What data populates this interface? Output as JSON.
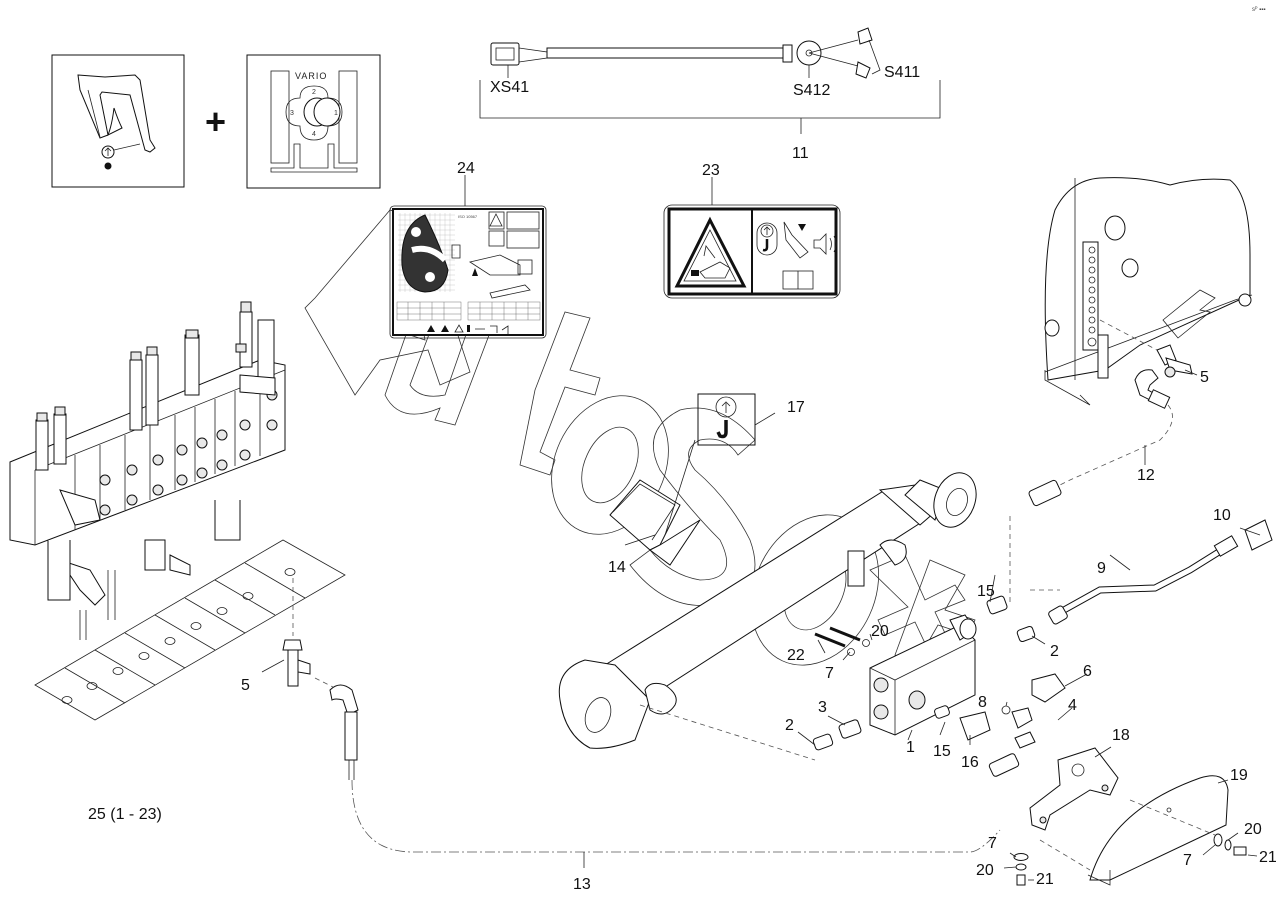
{
  "diagram": {
    "type": "exploded-parts-diagram",
    "corner_mark": "sᴾ ▪▪▪",
    "watermark_text": "AutoSoft",
    "top_icons": {
      "left_icon": "excavator-arm-lift-icon",
      "plus_sign": "+",
      "right_icon_label": "VARIO",
      "right_icon_positions": [
        "1",
        "2",
        "3",
        "4"
      ]
    },
    "harness": {
      "item": "11",
      "connectors": [
        "XS41",
        "S412",
        "S411"
      ]
    },
    "decals": {
      "iso_label": "ISO 10567",
      "item_24": "24",
      "item_23": "23"
    },
    "kit_note": "25 (1 - 23)",
    "callouts": [
      {
        "id": "c1",
        "label": "1"
      },
      {
        "id": "c2a",
        "label": "2"
      },
      {
        "id": "c2b",
        "label": "2"
      },
      {
        "id": "c3",
        "label": "3"
      },
      {
        "id": "c4",
        "label": "4"
      },
      {
        "id": "c5a",
        "label": "5"
      },
      {
        "id": "c5b",
        "label": "5"
      },
      {
        "id": "c6",
        "label": "6"
      },
      {
        "id": "c7a",
        "label": "7"
      },
      {
        "id": "c7b",
        "label": "7"
      },
      {
        "id": "c7c",
        "label": "7"
      },
      {
        "id": "c8",
        "label": "8"
      },
      {
        "id": "c9",
        "label": "9"
      },
      {
        "id": "c10",
        "label": "10"
      },
      {
        "id": "c11",
        "label": "11"
      },
      {
        "id": "c12",
        "label": "12"
      },
      {
        "id": "c13",
        "label": "13"
      },
      {
        "id": "c14",
        "label": "14"
      },
      {
        "id": "c15a",
        "label": "15"
      },
      {
        "id": "c15b",
        "label": "15"
      },
      {
        "id": "c16",
        "label": "16"
      },
      {
        "id": "c17",
        "label": "17"
      },
      {
        "id": "c18",
        "label": "18"
      },
      {
        "id": "c19",
        "label": "19"
      },
      {
        "id": "c20a",
        "label": "20"
      },
      {
        "id": "c20b",
        "label": "20"
      },
      {
        "id": "c20c",
        "label": "20"
      },
      {
        "id": "c21a",
        "label": "21"
      },
      {
        "id": "c21b",
        "label": "21"
      },
      {
        "id": "c22",
        "label": "22"
      },
      {
        "id": "c23",
        "label": "23"
      },
      {
        "id": "c24",
        "label": "24"
      }
    ]
  }
}
